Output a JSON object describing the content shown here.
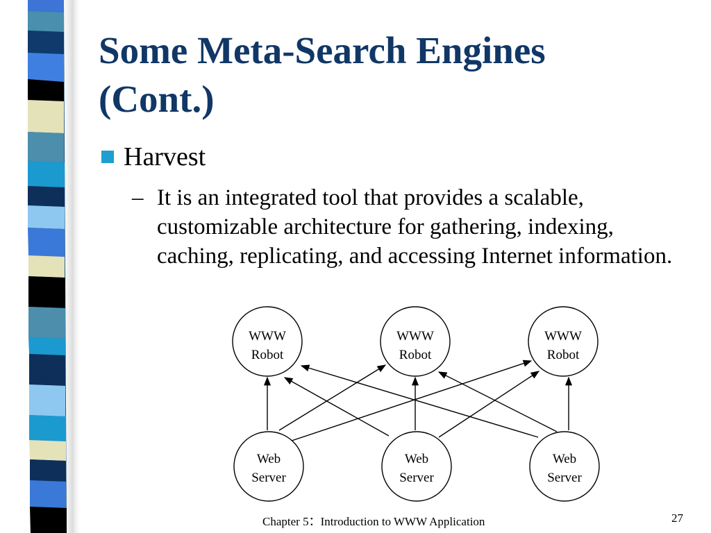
{
  "slide": {
    "title_line1": "Some Meta-Search Engines",
    "title_line2": "(Cont.)",
    "bullet": "Harvest",
    "sub_dash": "–",
    "sub_text": "It is an integrated tool that provides a scalable, customizable architecture for gathering, indexing, caching, replicating, and accessing Internet information."
  },
  "diagram": {
    "robots": [
      {
        "line1": "WWW",
        "line2": "Robot"
      },
      {
        "line1": "WWW",
        "line2": "Robot"
      },
      {
        "line1": "WWW",
        "line2": "Robot"
      }
    ],
    "servers": [
      {
        "line1": "Web",
        "line2": "Server"
      },
      {
        "line1": "Web",
        "line2": "Server"
      },
      {
        "line1": "Web",
        "line2": "Server"
      }
    ]
  },
  "footer": {
    "chapter": "Chapter 5：Introduction to WWW Application",
    "page_number": "27"
  },
  "colors": {
    "title": "#103766",
    "bullet_square": "#1e9fcf"
  }
}
